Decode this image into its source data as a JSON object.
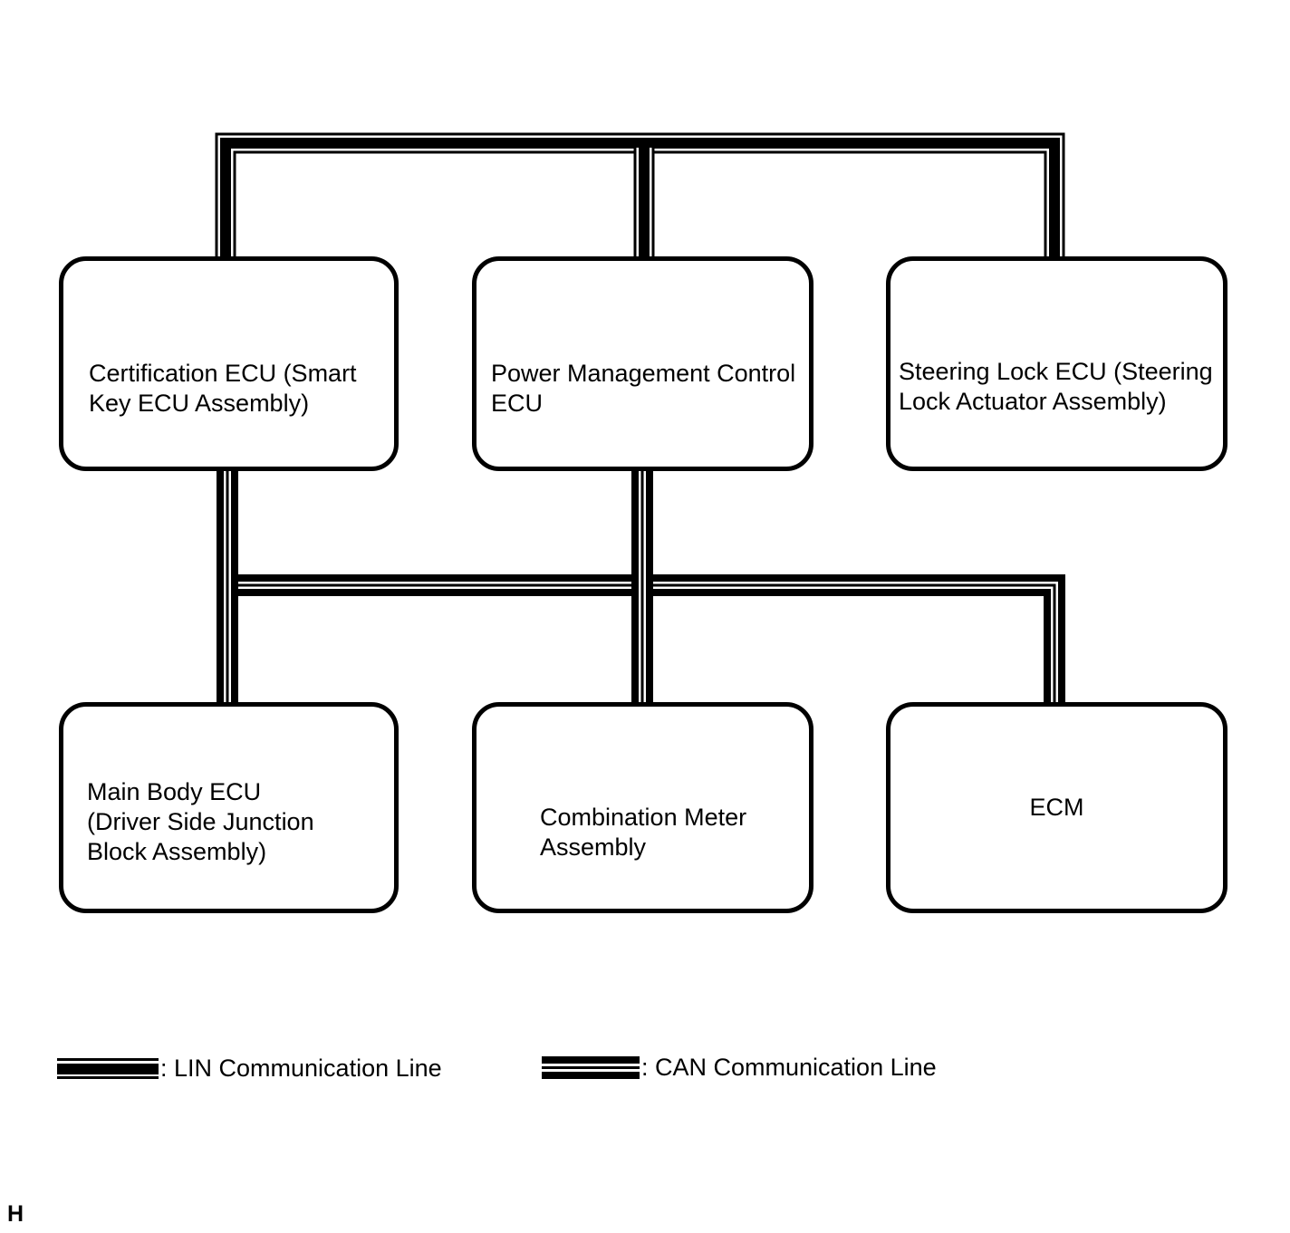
{
  "page": {
    "background": "#ffffff",
    "footer_marker": "H"
  },
  "diagram": {
    "nodes": [
      {
        "id": "certification-ecu",
        "label": "Certification ECU (Smart\nKey ECU Assembly)"
      },
      {
        "id": "power-management-control-ecu",
        "label": "Power Management Control\nECU"
      },
      {
        "id": "steering-lock-ecu",
        "label": "Steering Lock ECU (Steering\nLock Actuator Assembly)"
      },
      {
        "id": "main-body-ecu",
        "label": "Main Body ECU\n(Driver Side Junction\nBlock Assembly)"
      },
      {
        "id": "combination-meter-assembly",
        "label": "Combination Meter\nAssembly"
      },
      {
        "id": "ecm",
        "label": "ECM"
      }
    ],
    "buses": [
      {
        "type": "LIN",
        "style": "thin-thick-thin triple line",
        "connects": [
          "Certification ECU (Smart Key ECU Assembly)",
          "Power Management Control ECU",
          "Steering Lock ECU (Steering Lock Actuator Assembly)"
        ]
      },
      {
        "type": "CAN",
        "style": "thick-thin-thick triple line",
        "connects": [
          "Certification ECU (Smart Key ECU Assembly)",
          "Power Management Control ECU",
          "Main Body ECU (Driver Side Junction Block Assembly)",
          "Combination Meter Assembly",
          "ECM"
        ]
      }
    ]
  },
  "legend": {
    "lin": {
      "label": ": LIN Communication Line"
    },
    "can": {
      "label": ": CAN Communication Line"
    }
  },
  "colors": {
    "line": "#000000",
    "background": "#ffffff",
    "box_fill": "#ffffff",
    "box_border": "#000000"
  }
}
